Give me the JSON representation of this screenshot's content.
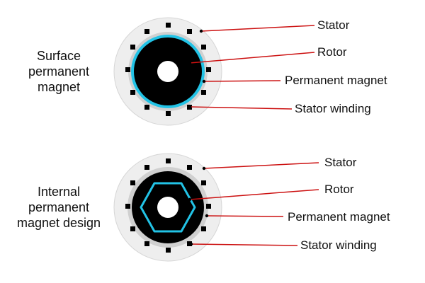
{
  "colors": {
    "stator": "#eeeeee",
    "stator_ring_edge": "#d6d6d6",
    "inner_ring": "#cfcfcf",
    "rotor": "#000000",
    "magnet": "#22c3e6",
    "winding": "#000000",
    "leader_line": "#cc1111"
  },
  "panels": {
    "top": {
      "title": "Surface permanent magnet",
      "labels": {
        "stator": "Stator",
        "rotor": "Rotor",
        "permanent_magnet": "Permanent magnet",
        "stator_winding": "Stator winding"
      }
    },
    "bottom": {
      "title": "Internal permanent magnet design",
      "labels": {
        "stator": "Stator",
        "rotor": "Rotor",
        "permanent_magnet": "Permanent magnet",
        "stator_winding": "Stator winding"
      }
    }
  }
}
